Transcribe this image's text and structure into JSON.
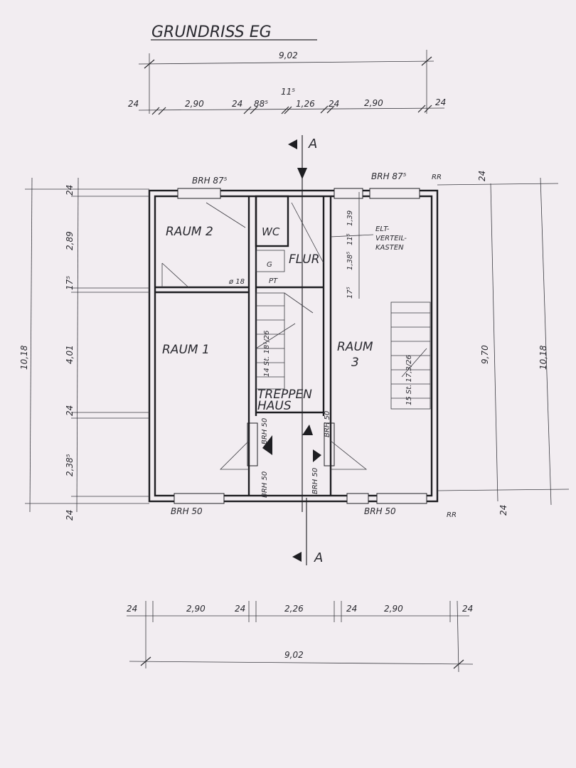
{
  "title": "GRUNDRISS EG",
  "section_marker": "A",
  "top_dims": {
    "total": "9,02",
    "segments": [
      "24",
      "2,90",
      "24",
      "88⁵",
      "11⁵",
      "1,26",
      "24",
      "2,90",
      "24"
    ]
  },
  "bottom_dims": {
    "total": "9,02",
    "segments": [
      "24",
      "2,90",
      "24",
      "2,26",
      "24",
      "2,90",
      "24"
    ]
  },
  "left_dims": {
    "total": "10,18",
    "segments": [
      "24",
      "2,89",
      "17⁵",
      "4,01",
      "24",
      "2,38⁵",
      "24"
    ]
  },
  "right_dims": {
    "inner": "9,70",
    "total": "10,18",
    "segments": [
      "24",
      "24"
    ]
  },
  "inner_dims": [
    "1,39",
    "11⁵",
    "1,38⁵",
    "17⁵"
  ],
  "rooms": {
    "raum1": "RAUM 1",
    "raum2": "RAUM 2",
    "raum3_line1": "RAUM",
    "raum3_line2": "3",
    "flur": "FLUR",
    "wc": "WC",
    "treppenhaus_line1": "TREPPEN",
    "treppenhaus_line2": "HAUS"
  },
  "labels": {
    "brh_top_left": "BRH 87⁵",
    "brh_top_right": "BRH 87⁵",
    "rr_top": "RR",
    "rr_bottom": "RR",
    "brh_bottom_left": "BRH 50",
    "brh_bottom_right": "BRH 50",
    "brh_50_a": "BRH 50",
    "brh_50_b": "BRH 50",
    "brh_50_c": "BRH 50",
    "brh_50_d": "BRH 50",
    "elt_line1": "ELT-",
    "elt_line2": "VERTEIL-",
    "elt_line3": "KASTEN",
    "g_symbol": "G",
    "pt": "PT",
    "pipe": "ø 18",
    "stair1": "14 St. 18¹/26",
    "stair2": "15 St. 17,3/26"
  }
}
